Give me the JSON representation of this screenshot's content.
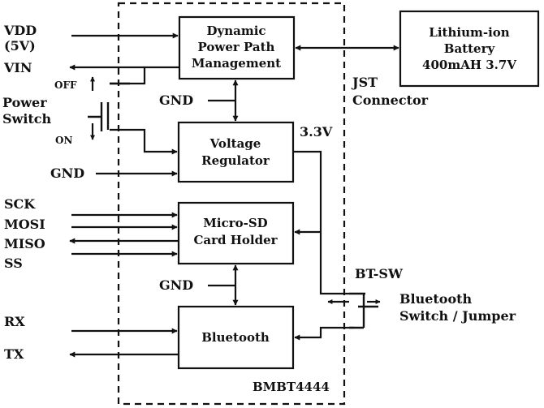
{
  "diagram": {
    "module_label": "BMBT4444",
    "blocks": {
      "dynamic_power": [
        "Dynamic",
        "Power Path",
        "Management"
      ],
      "voltage_regulator": [
        "Voltage",
        "Regulator"
      ],
      "microsd": [
        "Micro-SD",
        "Card Holder"
      ],
      "bluetooth": [
        "Bluetooth"
      ],
      "battery": [
        "Lithium-ion",
        "Battery",
        "400mAH 3.7V"
      ]
    },
    "signals": {
      "vdd": [
        "VDD",
        "(5V)"
      ],
      "vin": "VIN",
      "off": "OFF",
      "on": "ON",
      "power_switch": [
        "Power",
        "Switch"
      ],
      "gnd_1": "GND",
      "gnd_2": "GND",
      "gnd_3": "GND",
      "v33": "3.3V",
      "jst": [
        "JST",
        "Connector"
      ],
      "sck": "SCK",
      "mosi": "MOSI",
      "miso": "MISO",
      "ss": "SS",
      "rx": "RX",
      "tx": "TX",
      "bt_sw": "BT-SW",
      "bt_switch": [
        "Bluetooth",
        "Switch / Jumper"
      ]
    }
  }
}
